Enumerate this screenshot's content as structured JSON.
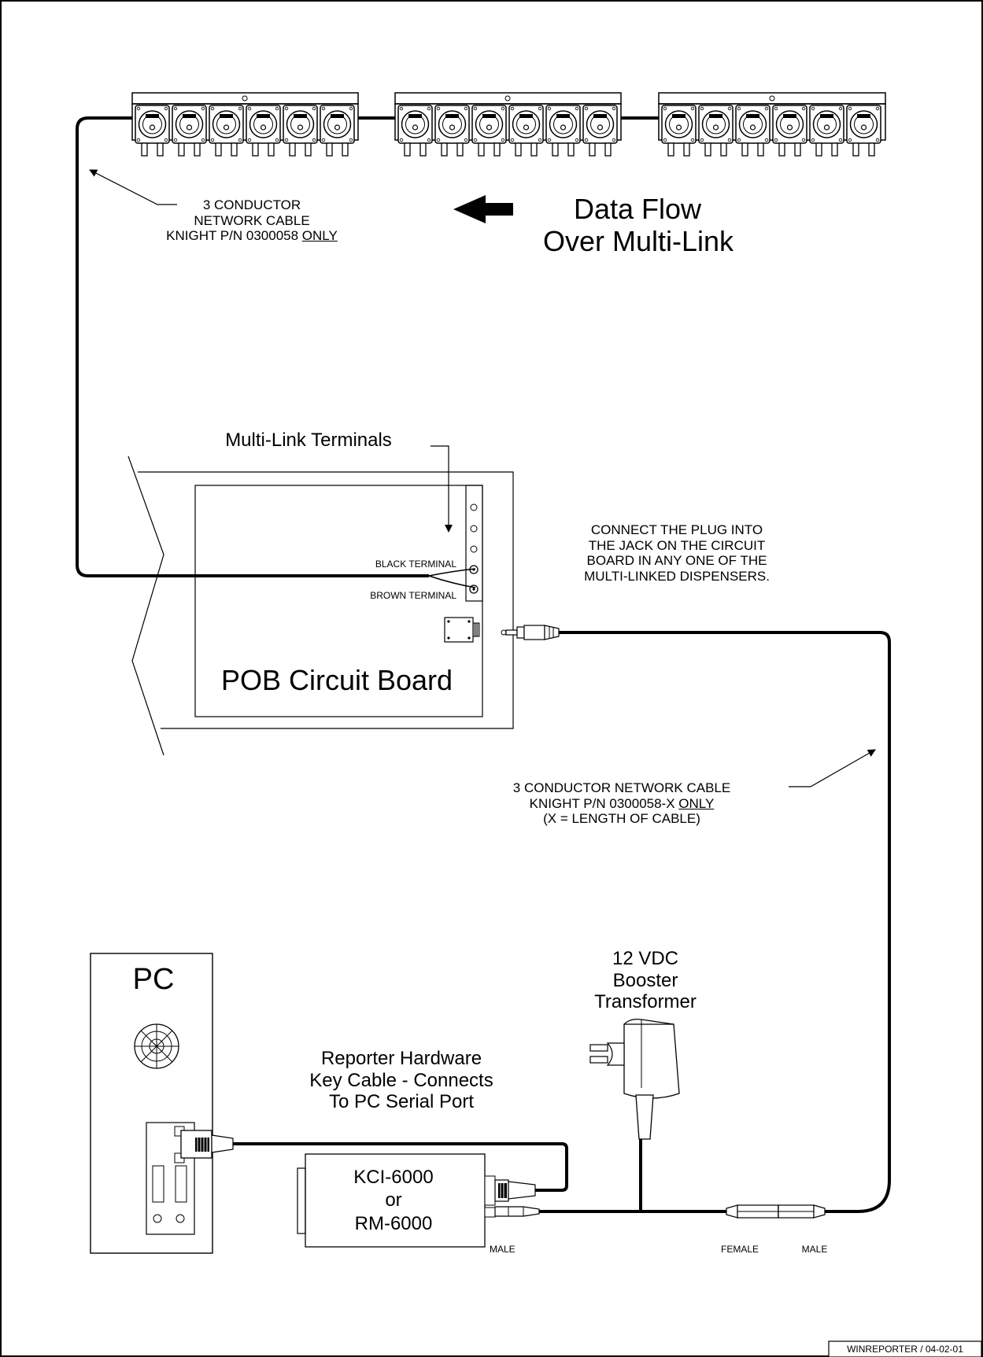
{
  "diagram": {
    "data_flow": {
      "line1": "Data Flow",
      "line2": "Over Multi-Link"
    },
    "top_cable": {
      "line1": "3 CONDUCTOR",
      "line2": "NETWORK CABLE",
      "line3_prefix": "KNIGHT P/N 0300058 ",
      "line3_underlined": "ONLY"
    },
    "terminals_label": "Multi-Link Terminals",
    "black_terminal": "BLACK TERMINAL",
    "brown_terminal": "BROWN TERMINAL",
    "board_label": "POB Circuit Board",
    "plug_note": {
      "line1": "CONNECT THE PLUG INTO",
      "line2": "THE JACK ON THE CIRCUIT",
      "line3": "BOARD IN ANY ONE OF THE",
      "line4": "MULTI-LINKED DISPENSERS."
    },
    "right_cable": {
      "line1": "3 CONDUCTOR NETWORK CABLE",
      "line2_prefix": "KNIGHT P/N 0300058-X ",
      "line2_underlined": "ONLY",
      "line3": "(X = LENGTH OF CABLE)"
    },
    "transformer": {
      "line1": "12 VDC",
      "line2": "Booster",
      "line3": "Transformer"
    },
    "pc_label": "PC",
    "key_cable": {
      "line1": "Reporter Hardware",
      "line2": "Key Cable - Connects",
      "line3": "To PC Serial Port"
    },
    "kci": {
      "line1": "KCI-6000",
      "line2": "or",
      "line3": "RM-6000"
    },
    "male_left": "MALE",
    "female": "FEMALE",
    "male_right": "MALE",
    "footer": "WINREPORTER / 04-02-01"
  }
}
